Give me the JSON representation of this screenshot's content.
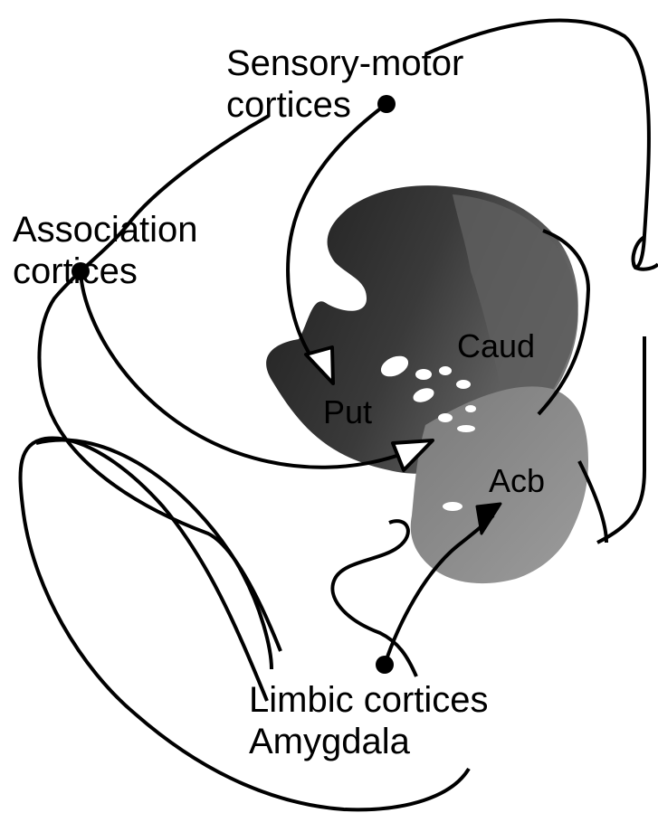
{
  "labels": {
    "sensory_motor": [
      "Sensory-motor",
      "cortices"
    ],
    "association": [
      "Association",
      "cortices"
    ],
    "limbic": [
      "Limbic cortices",
      "Amygdala"
    ]
  },
  "regions": {
    "caudate": "Caud",
    "putamen": "Put",
    "accumbens": "Acb"
  },
  "colors": {
    "line": "#000000",
    "dorsal_striatum_dark": "#2b2b2b",
    "dorsal_striatum_mid": "#5a5a5a",
    "ventral_striatum": "#8c8c8c",
    "fiber_holes": "#ffffff"
  }
}
